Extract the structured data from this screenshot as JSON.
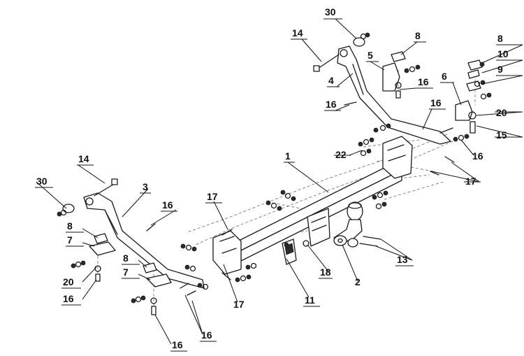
{
  "diagram": {
    "callouts": {
      "c30a": "30",
      "c14a": "14",
      "c8a": "8",
      "c5": "5",
      "c4": "4",
      "c16a": "16",
      "c16b": "16",
      "c8b": "8",
      "c10": "10",
      "c9": "9",
      "c6": "6",
      "c16c": "16",
      "c20a": "20",
      "c15": "15",
      "c16d": "16",
      "c17a": "17",
      "c1": "1",
      "c22": "22",
      "c14b": "14",
      "c3": "3",
      "c30b": "30",
      "c16e": "16",
      "c17b": "17",
      "c8c": "8",
      "c7a": "7",
      "c8d": "8",
      "c7b": "7",
      "c20b": "20",
      "c16f": "16",
      "c17c": "17",
      "c13": "13",
      "c18": "18",
      "c2": "2",
      "c11": "11",
      "c16g": "16",
      "c16h": "16"
    }
  }
}
